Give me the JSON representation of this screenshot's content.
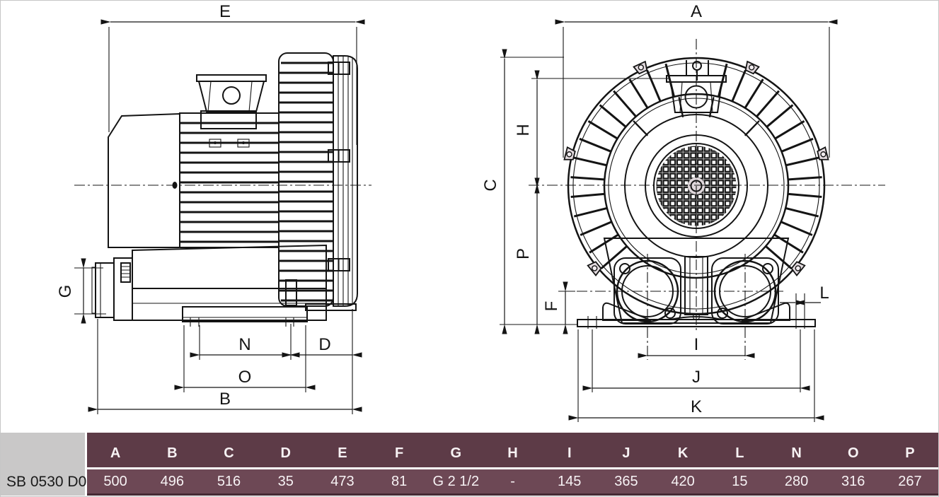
{
  "views": {
    "side": {
      "name": "side view",
      "dims": {
        "E": "E",
        "G": "G",
        "N": "N",
        "D": "D",
        "O": "O",
        "B": "B"
      }
    },
    "front": {
      "name": "front view",
      "dims": {
        "A": "A",
        "C": "C",
        "H": "H",
        "P": "P",
        "F": "F",
        "L": "L",
        "I": "I",
        "J": "J",
        "K": "K"
      }
    }
  },
  "table": {
    "row_label": "SB 0530 D0",
    "columns": [
      "A",
      "B",
      "C",
      "D",
      "E",
      "F",
      "G",
      "H",
      "I",
      "J",
      "K",
      "L",
      "N",
      "O",
      "P"
    ],
    "values": [
      "500",
      "496",
      "516",
      "35",
      "473",
      "81",
      "G 2 1/2",
      "-",
      "145",
      "365",
      "420",
      "15",
      "280",
      "316",
      "267"
    ],
    "colors": {
      "header_bg": "#5d3b47",
      "row_bg": "#6d4855",
      "label_bg": "#c9c8c8",
      "separator": "#ffffff",
      "bottom_border": "#452a34",
      "text": "#f7f2f4",
      "label_text": "#1a1a1a"
    }
  }
}
